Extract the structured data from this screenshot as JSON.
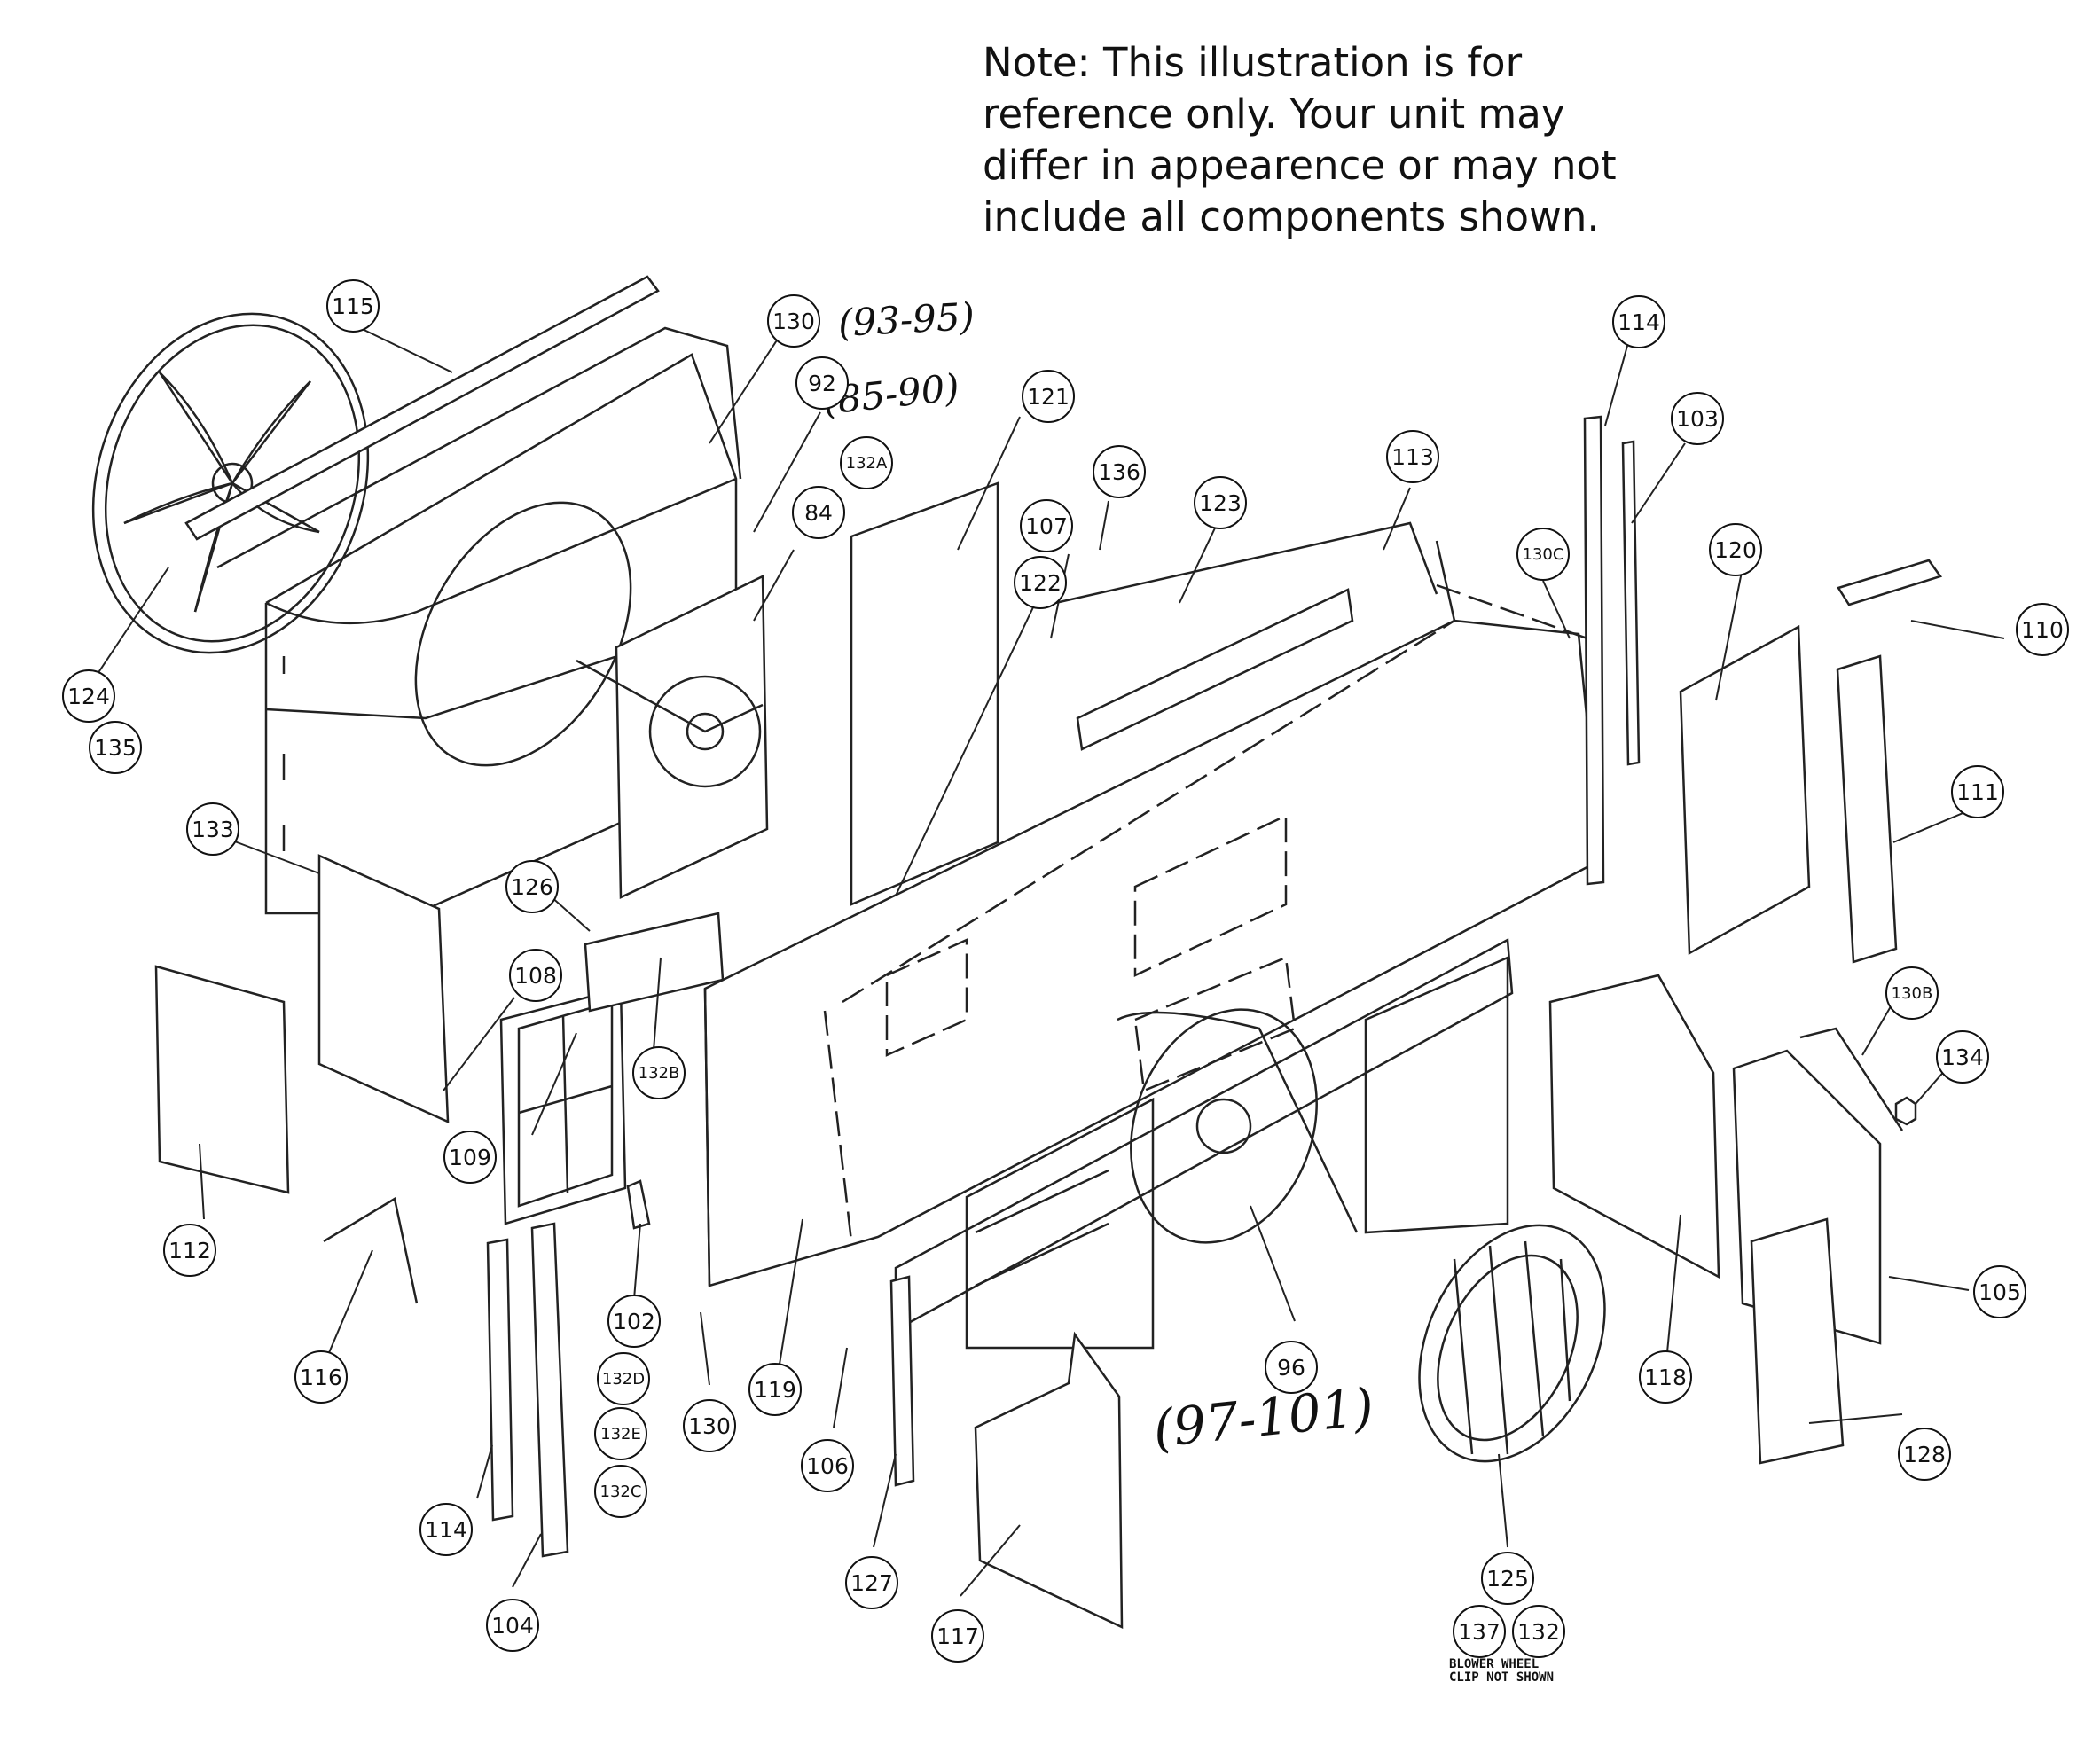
{
  "note": {
    "lines": [
      "Note: This illustration is for",
      "reference only. Your unit may",
      "differ in appearence or may not",
      "include all components shown."
    ]
  },
  "handwritten": {
    "range_93_95": "(93-95)",
    "range_85_90": "(85-90)",
    "range_97_101": "(97-101)"
  },
  "blower_note": {
    "line1": "BLOWER WHEEL",
    "line2": "CLIP NOT SHOWN"
  },
  "callouts": {
    "c115": "115",
    "c130a": "130",
    "c92": "92",
    "c132A": "132A",
    "c121": "121",
    "c84": "84",
    "c136": "136",
    "c107": "107",
    "c123": "123",
    "c122": "122",
    "c113": "113",
    "c114a": "114",
    "c103": "103",
    "c130C": "130C",
    "c120": "120",
    "c110": "110",
    "c111": "111",
    "c124": "124",
    "c135": "135",
    "c133": "133",
    "c126": "126",
    "c108": "108",
    "c132B": "132B",
    "c130B": "130B",
    "c134": "134",
    "c112": "112",
    "c109": "109",
    "c102": "102",
    "c132D": "132D",
    "c132E": "132E",
    "c132C": "132C",
    "c116": "116",
    "c130b": "130",
    "c119": "119",
    "c106": "106",
    "c96": "96",
    "c118": "118",
    "c105": "105",
    "c128": "128",
    "c114b": "114",
    "c104": "104",
    "c127": "127",
    "c117": "117",
    "c125": "125",
    "c137": "137",
    "c132": "132"
  }
}
